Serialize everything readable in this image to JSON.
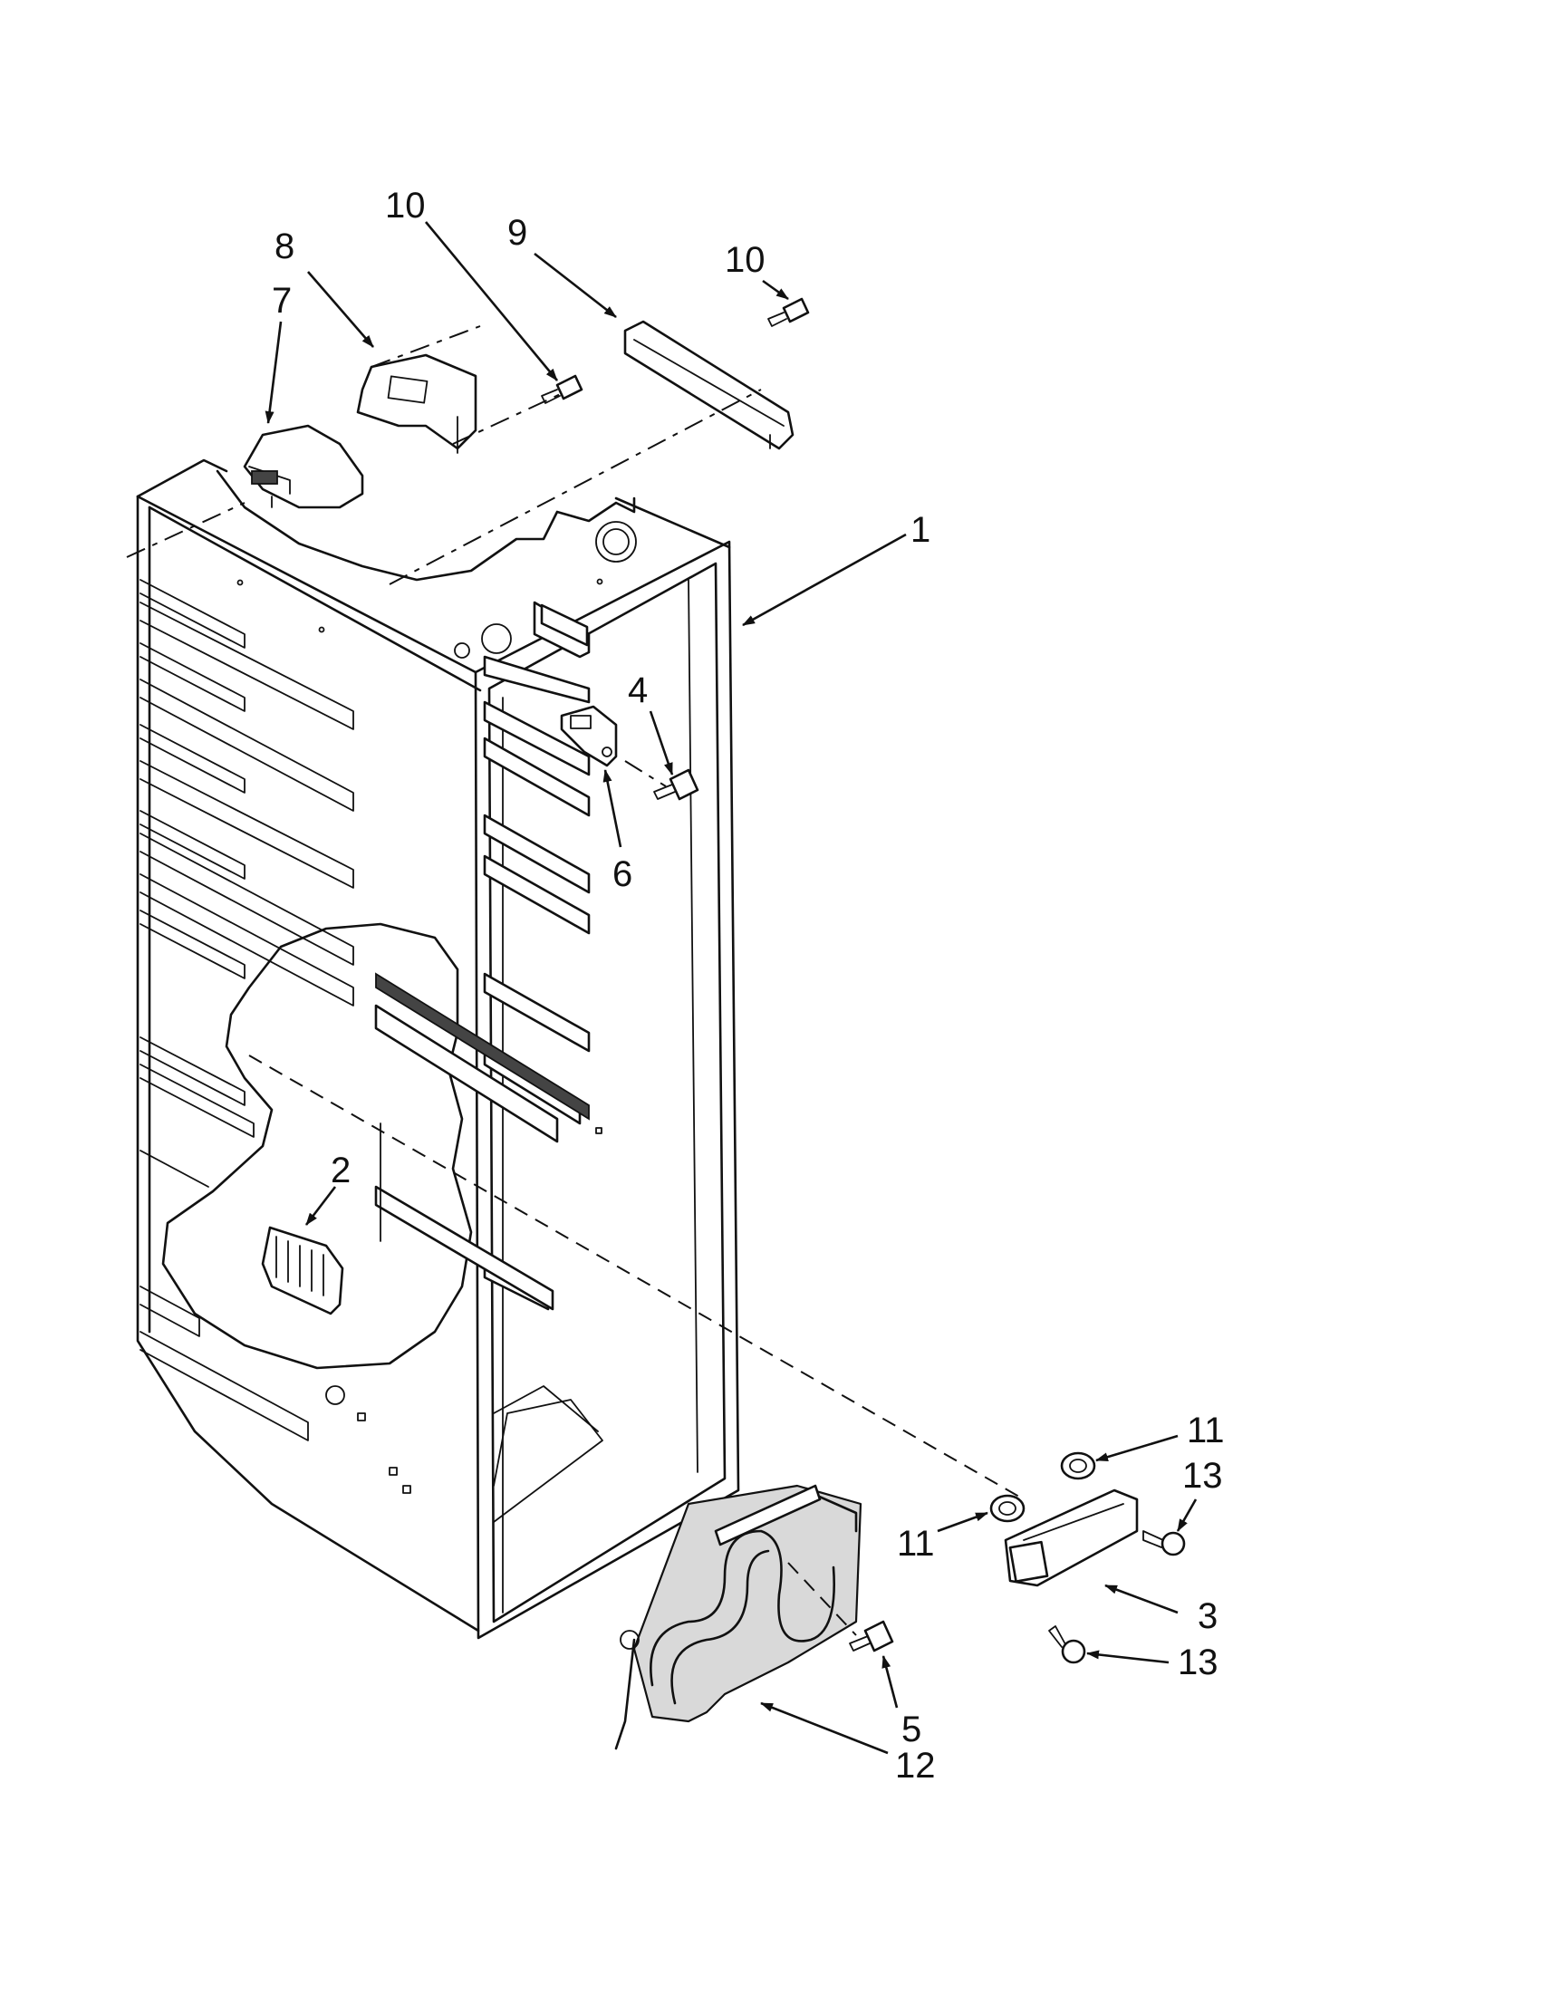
{
  "callouts": [
    {
      "id": "c1",
      "text": "1"
    },
    {
      "id": "c2",
      "text": "2"
    },
    {
      "id": "c3",
      "text": "3"
    },
    {
      "id": "c4",
      "text": "4"
    },
    {
      "id": "c5",
      "text": "5"
    },
    {
      "id": "c6",
      "text": "6"
    },
    {
      "id": "c7",
      "text": "7"
    },
    {
      "id": "c8",
      "text": "8"
    },
    {
      "id": "c9",
      "text": "9"
    },
    {
      "id": "c10a",
      "text": "10"
    },
    {
      "id": "c10b",
      "text": "10"
    },
    {
      "id": "c11a",
      "text": "11"
    },
    {
      "id": "c11b",
      "text": "11"
    },
    {
      "id": "c12",
      "text": "12"
    },
    {
      "id": "c13a",
      "text": "13"
    },
    {
      "id": "c13b",
      "text": "13"
    }
  ]
}
